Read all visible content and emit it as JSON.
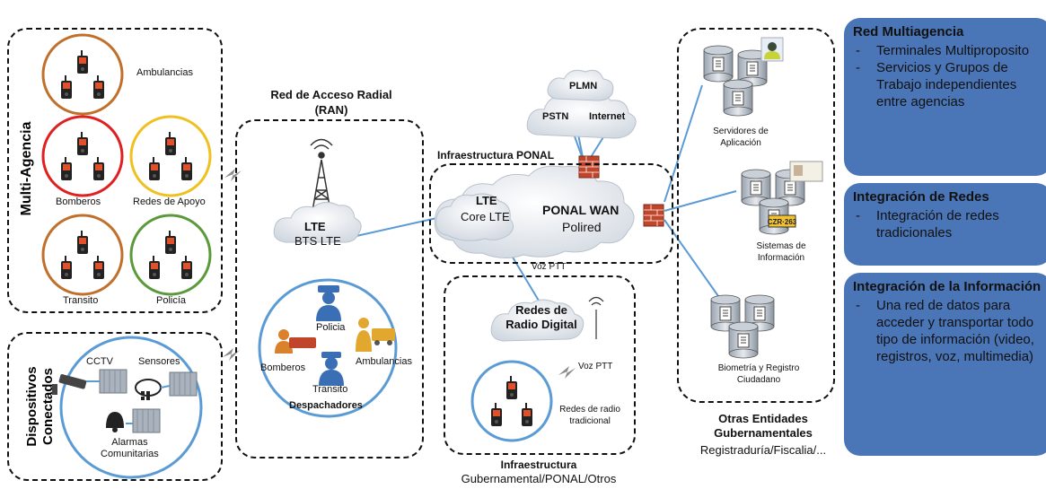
{
  "agencies": {
    "title": "Multi-Agencia",
    "ambulancias": "Ambulancias",
    "bomberos": "Bomberos",
    "redes_apoyo": "Redes de Apoyo",
    "transito": "Transito",
    "policia": "Policía"
  },
  "devices": {
    "title": "Dispositivos Conectados",
    "cctv": "CCTV",
    "sensores": "Sensores",
    "alarmas": "Alarmas Comunitarias"
  },
  "ran": {
    "title": "Red de Acceso Radial (RAN)",
    "lte": "LTE",
    "bts": "BTS LTE",
    "policia": "Policia",
    "bomberos": "Bomberos",
    "ambulancias": "Ambulancias",
    "transito": "Transito",
    "despachadores": "Despachadores"
  },
  "ponal": {
    "title": "Infraestructura PONAL",
    "lte": "LTE",
    "core": "Core LTE",
    "wan": "PONAL WAN",
    "polired": "Polired",
    "plmn": "PLMN",
    "pstn": "PSTN",
    "internet": "Internet",
    "voz_ptt": "Voz PTT"
  },
  "gov": {
    "redes_de": "Redes de",
    "radio_digital": "Radio Digital",
    "voz_ptt": "Voz PTT",
    "redes_radio": "Redes de radio tradicional",
    "infra_title": "Infraestructura",
    "infra_sub": "Gubernamental/PONAL/Otros"
  },
  "others": {
    "servidores": "Servidores de Aplicación",
    "sistemas": "Sistemas de Información",
    "biometria": "Biometría y Registro Ciudadano",
    "title": "Otras Entidades Gubernamentales",
    "sub": "Registraduría/Fiscalia/..."
  },
  "panels": {
    "multiagencia": {
      "title": "Red Multiagencia",
      "items": [
        "Terminales Multiproposito",
        "Servicios y Grupos de Trabajo independientes entre agencias"
      ]
    },
    "integracion_redes": {
      "title": "Integración de Redes",
      "items": [
        "Integración de redes tradicionales"
      ]
    },
    "integracion_info": {
      "title": "Integración de la Información",
      "items": [
        "Una red de datos para acceder y transportar todo tipo de información (video, registros, voz, multimedia)"
      ]
    }
  },
  "colors": {
    "ambulancias_ring": "#c0702b",
    "bomberos_ring": "#e02020",
    "apoyo_ring": "#f0c020",
    "transito_ring": "#c0702b",
    "policia_ring": "#5a9a3a",
    "panel": "#4a76b8",
    "link": "#5b9bd5"
  }
}
